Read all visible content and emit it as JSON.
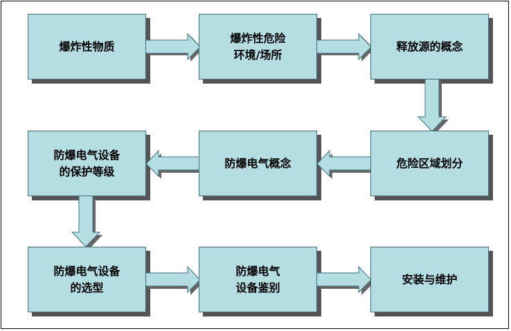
{
  "nodes": {
    "explosive_substance": "爆炸性物质",
    "hazardous_area": "爆炸性危险\n环境/场所",
    "release_source": "释放源的概念",
    "zone_classification": "危险区域划分",
    "ex_concept": "防爆电气概念",
    "protection_level": "防爆电气设备\n的保护等级",
    "selection": "防爆电气设备\n的选型",
    "certification": "防爆电气\n设备鉴别",
    "installation": "安装与维护"
  },
  "colors": {
    "box_fill": "#b6dde4",
    "box_border": "#3e6e7a",
    "shadow": "#555555"
  },
  "flow_order": [
    "explosive_substance",
    "hazardous_area",
    "release_source",
    "zone_classification",
    "ex_concept",
    "protection_level",
    "selection",
    "certification",
    "installation"
  ]
}
